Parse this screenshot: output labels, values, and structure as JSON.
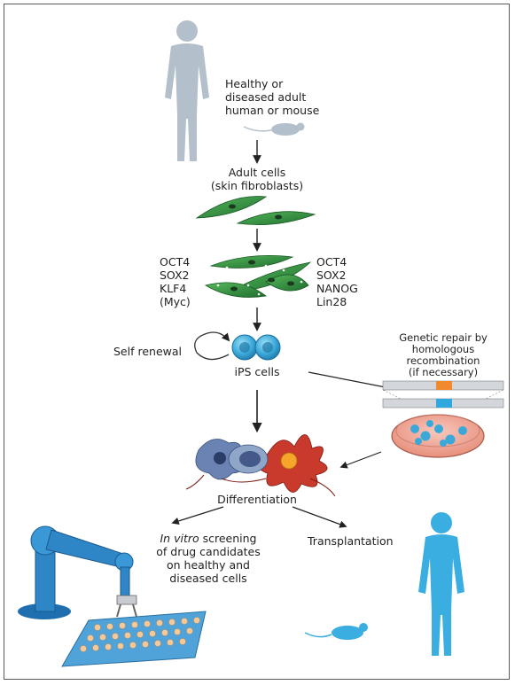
{
  "colors": {
    "human_adult": "#b3bfca",
    "human_transplant": "#3aaee0",
    "fibroblast": "#2e8b3e",
    "ips_cell": "#3aa9d9",
    "arrow": "#222222"
  },
  "labels": {
    "source": [
      "Healthy or",
      "diseased adult",
      "human or mouse"
    ],
    "adult_cells": [
      "Adult cells",
      "(skin fibroblasts)"
    ],
    "factors_left": [
      "OCT4",
      "SOX2",
      "KLF4",
      "(Myc)"
    ],
    "factors_right": [
      "OCT4",
      "SOX2",
      "NANOG",
      "Lin28"
    ],
    "self_renewal": "Self renewal",
    "ips_cells": "iPS cells",
    "genetic_repair": [
      "Genetic repair by",
      "homologous",
      "recombination",
      "(if necessary)"
    ],
    "differentiation": "Differentiation",
    "screening_italic": "In vitro",
    "screening": [
      " screening",
      "of drug candidates",
      "on healthy and",
      "diseased cells"
    ],
    "transplantation": "Transplantation"
  }
}
